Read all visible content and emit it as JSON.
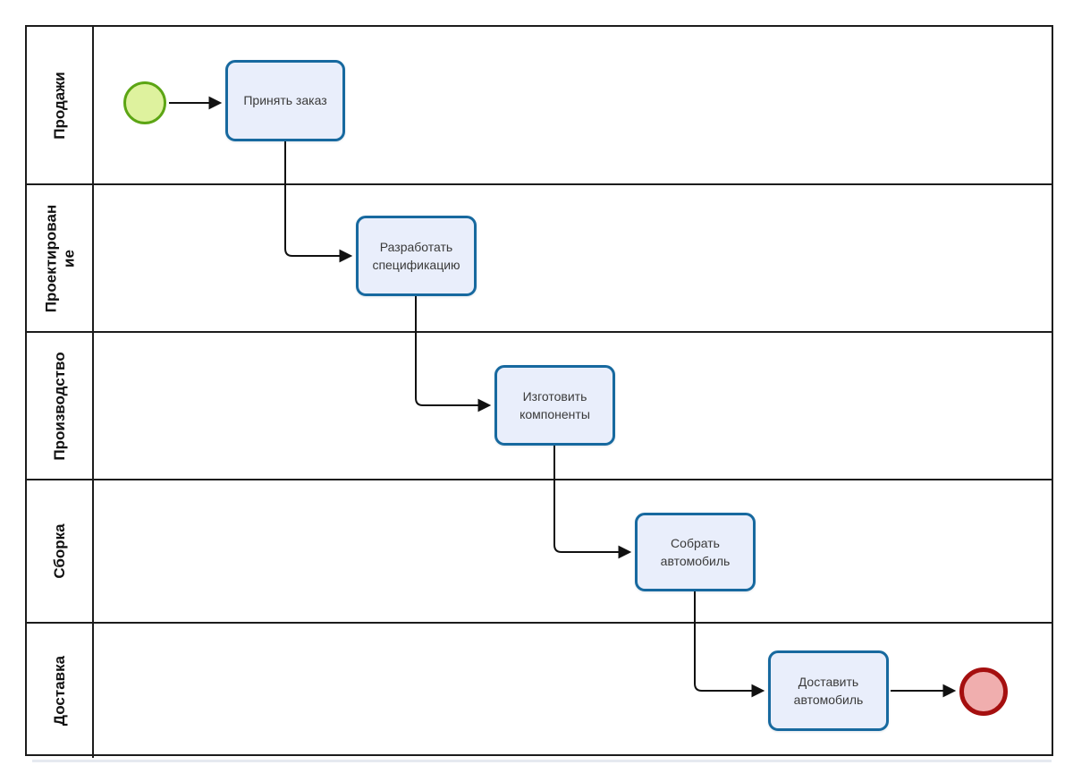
{
  "diagram": {
    "lanes": [
      {
        "label": "Продажи",
        "lines": [
          "Продажи"
        ]
      },
      {
        "label": "Проектирование",
        "lines": [
          "Проектирован",
          "ие"
        ]
      },
      {
        "label": "Производство",
        "lines": [
          "Производство"
        ]
      },
      {
        "label": "Сборка",
        "lines": [
          "Сборка"
        ]
      },
      {
        "label": "Доставка",
        "lines": [
          "Доставка"
        ]
      }
    ],
    "tasks": [
      {
        "label": "Принять заказ",
        "lane": "Продажи"
      },
      {
        "label": "Разработать спецификацию",
        "lane": "Проектирование"
      },
      {
        "label": "Изготовить компоненты",
        "lane": "Производство"
      },
      {
        "label": "Собрать автомобиль",
        "lane": "Сборка"
      },
      {
        "label": "Доставить автомобиль",
        "lane": "Доставка"
      }
    ],
    "events": {
      "start": {
        "type": "start",
        "lane": "Продажи",
        "fill": "#def29e",
        "border": "#5ca514"
      },
      "end": {
        "type": "end",
        "lane": "Доставка",
        "fill": "#f0aeae",
        "border": "#a50f0f"
      }
    },
    "flow_order": [
      "start-event",
      "Принять заказ",
      "Разработать спецификацию",
      "Изготовить компоненты",
      "Собрать автомобиль",
      "Доставить автомобиль",
      "end-event"
    ],
    "colors": {
      "task_fill": "#e9eefb",
      "task_border": "#17699f",
      "lane_border": "#1c1c1c",
      "connector": "#111111",
      "start_fill": "#def29e",
      "start_border": "#5ca514",
      "end_fill": "#f0aeae",
      "end_border": "#a50f0f"
    }
  }
}
